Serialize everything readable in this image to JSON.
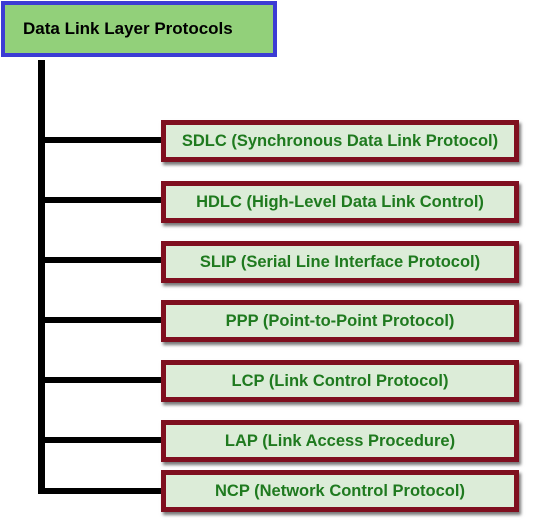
{
  "root": {
    "label": "Data Link Layer Protocols"
  },
  "protocols": [
    {
      "label": "SDLC (Synchronous Data Link Protocol)"
    },
    {
      "label": "HDLC (High-Level Data Link Control)"
    },
    {
      "label": "SLIP (Serial Line Interface Protocol)"
    },
    {
      "label": "PPP (Point-to-Point Protocol)"
    },
    {
      "label": "LCP (Link Control Protocol)"
    },
    {
      "label": "LAP (Link Access Procedure)"
    },
    {
      "label": "NCP (Network Control Protocol)"
    }
  ],
  "colors": {
    "root_fill": "#92d07a",
    "root_border": "#3c3cd4",
    "node_fill": "#dcecd8",
    "node_border": "#7f0f1f",
    "node_text": "#1f7a1f",
    "connector": "#000000"
  }
}
